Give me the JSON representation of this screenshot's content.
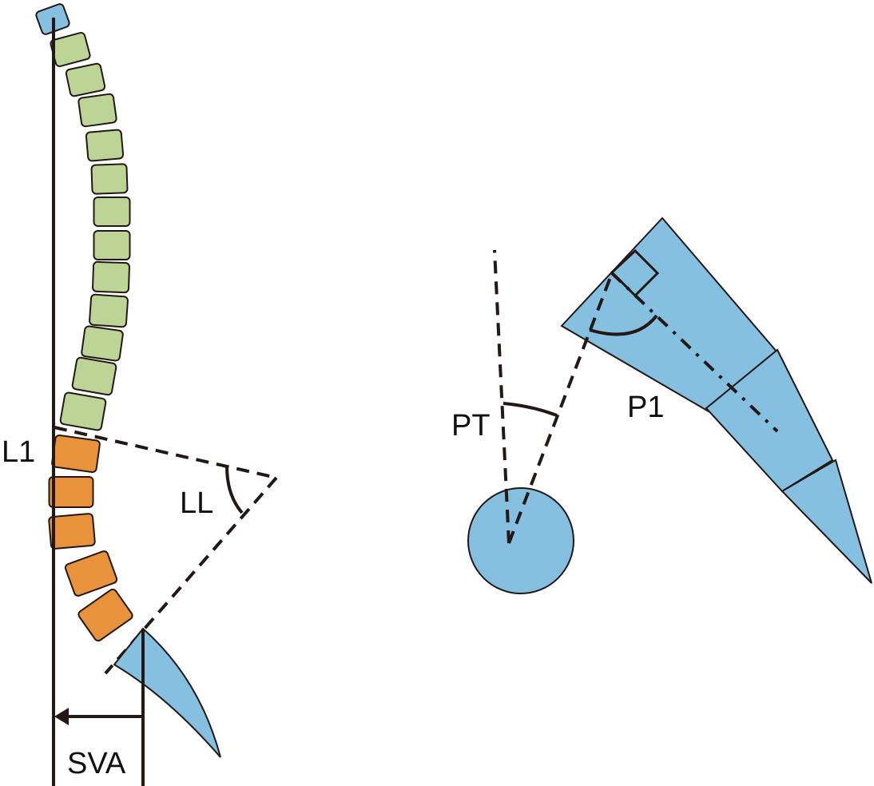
{
  "labels": {
    "l1": "L1",
    "ll": "LL",
    "sva": "SVA",
    "pt": "PT",
    "p1": "P1"
  },
  "colors": {
    "cervical_sacral": "#85c0e1",
    "thoracic": "#bcd597",
    "lumbar": "#e8923b",
    "line": "#231815"
  }
}
